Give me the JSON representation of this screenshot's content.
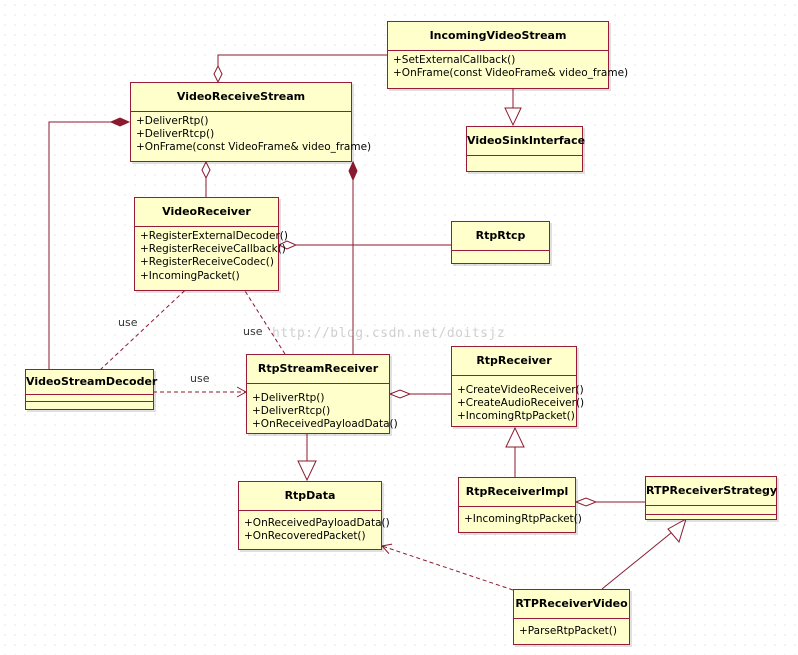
{
  "classes": {
    "incoming_video_stream": {
      "name": "IncomingVideoStream",
      "ops": [
        "+SetExternalCallback()",
        "+OnFrame(const VideoFrame& video_frame)"
      ]
    },
    "video_receive_stream": {
      "name": "VideoReceiveStream",
      "ops": [
        "+DeliverRtp()",
        "+DeliverRtcp()",
        "+OnFrame(const VideoFrame& video_frame)"
      ]
    },
    "video_sink_interface": {
      "name": "VideoSinkInterface",
      "ops": []
    },
    "video_receiver": {
      "name": "VideoReceiver",
      "ops": [
        "+RegisterExternalDecoder()",
        "+RegisterReceiveCallback()",
        "+RegisterReceiveCodec()",
        "+IncomingPacket()"
      ]
    },
    "rtp_rtcp": {
      "name": "RtpRtcp",
      "ops": []
    },
    "video_stream_decoder": {
      "name": "VideoStreamDecoder",
      "ops": []
    },
    "rtp_stream_receiver": {
      "name": "RtpStreamReceiver",
      "ops": [
        "+DeliverRtp()",
        "+DeliverRtcp()",
        "+OnReceivedPayloadData()"
      ]
    },
    "rtp_receiver": {
      "name": "RtpReceiver",
      "ops": [
        "+CreateVideoReceiver()",
        "+CreateAudioReceiver()",
        "+IncomingRtpPacket()"
      ]
    },
    "rtp_data": {
      "name": "RtpData",
      "ops": [
        "+OnReceivedPayloadData()",
        "+OnRecoveredPacket()"
      ]
    },
    "rtp_receiver_impl": {
      "name": "RtpReceiverImpl",
      "ops": [
        "+IncomingRtpPacket()"
      ]
    },
    "rtp_receiver_strategy": {
      "name": "RTPReceiverStrategy",
      "ops": []
    },
    "rtp_receiver_video": {
      "name": "RTPReceiverVideo",
      "ops": [
        "+ParseRtpPacket()"
      ]
    }
  },
  "dependency_labels": {
    "use_1": "use",
    "use_2": "use",
    "use_3": "use"
  },
  "watermark": "http://blog.csdn.net/doitsjz",
  "colors": {
    "box_fill": "#ffffcc",
    "line": "#8b1a2e",
    "text": "#000000"
  }
}
